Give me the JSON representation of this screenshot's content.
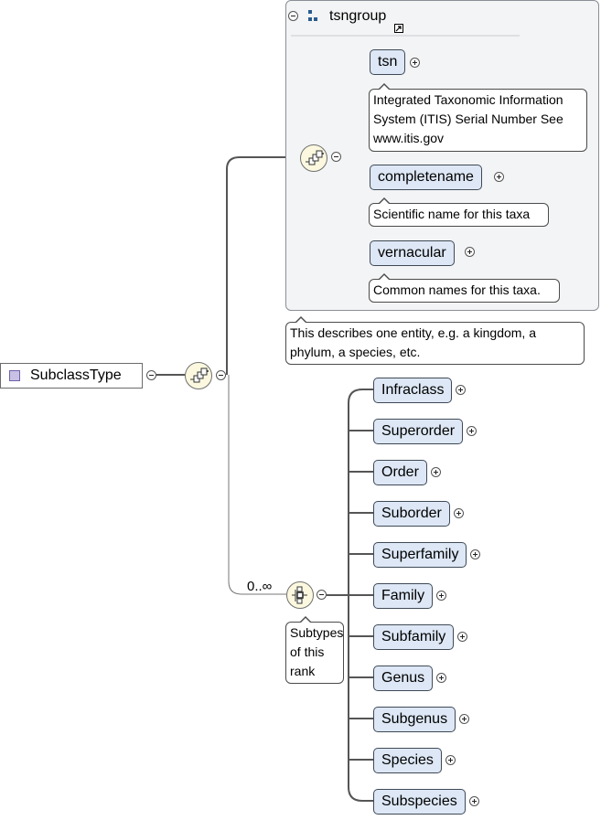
{
  "root": {
    "label": "SubclassType"
  },
  "group": {
    "name": "tsngroup",
    "documentation": "This describes one entity, e.g. a kingdom, a phylum, a species, etc.",
    "elements": [
      {
        "label": "tsn",
        "documentation": "Integrated Taxonomic Information System (ITIS) Serial Number See www.itis.gov"
      },
      {
        "label": "completename",
        "documentation": "Scientific name for this taxa"
      },
      {
        "label": "vernacular",
        "documentation": "Common names for this taxa."
      }
    ]
  },
  "subtypes": {
    "occurrence": "0..∞",
    "documentation": "Subtypes of this rank",
    "elements": [
      {
        "label": "Infraclass"
      },
      {
        "label": "Superorder"
      },
      {
        "label": "Order"
      },
      {
        "label": "Suborder"
      },
      {
        "label": "Superfamily"
      },
      {
        "label": "Family"
      },
      {
        "label": "Subfamily"
      },
      {
        "label": "Genus"
      },
      {
        "label": "Subgenus"
      },
      {
        "label": "Species"
      },
      {
        "label": "Subspecies"
      }
    ]
  },
  "colors": {
    "element_fill": "#dde7f5",
    "compositor_fill": "#fbf8df",
    "group_fill": "#f3f4f5",
    "line": "#555555"
  }
}
